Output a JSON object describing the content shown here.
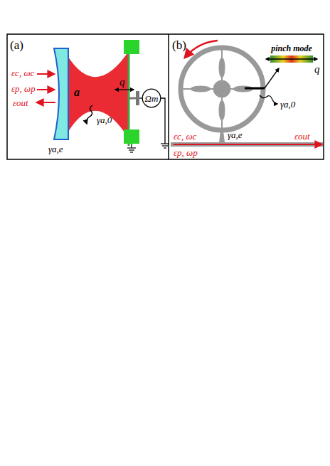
{
  "diagram": {
    "nodes": [
      {
        "text": [
          "Ωm"
        ]
      },
      {
        "text": [
          "pinch mode"
        ]
      }
    ],
    "labels": [
      "(a)",
      "εc, ωc",
      "εp, ωp",
      "εout",
      "a",
      "γa,0",
      "q",
      "γa,e",
      "(b)",
      "q",
      "γa,0",
      "γa,e",
      "εc, ωc",
      "εp, ωp",
      "εout"
    ]
  }
}
